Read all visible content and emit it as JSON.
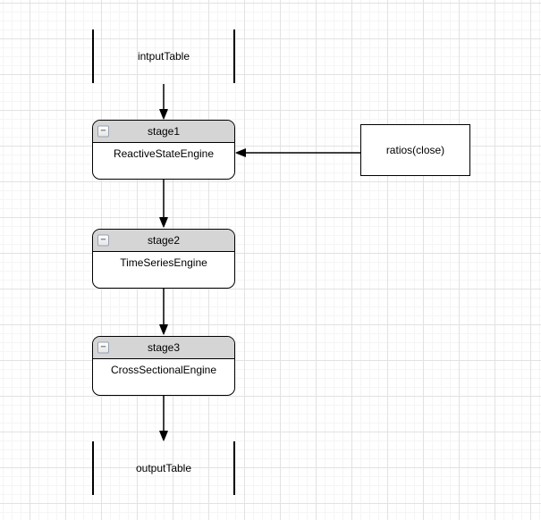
{
  "nodes": {
    "input_table": {
      "label": "intputTable"
    },
    "stage1": {
      "title": "stage1",
      "body": "ReactiveStateEngine"
    },
    "stage2": {
      "title": "stage2",
      "body": "TimeSeriesEngine"
    },
    "stage3": {
      "title": "stage3",
      "body": "CrossSectionalEngine"
    },
    "ratios": {
      "label": "ratios(close)"
    },
    "output_table": {
      "label": "outputTable"
    }
  },
  "edges": [
    {
      "from": "input_table",
      "to": "stage1"
    },
    {
      "from": "ratios",
      "to": "stage1"
    },
    {
      "from": "stage1",
      "to": "stage2"
    },
    {
      "from": "stage2",
      "to": "stage3"
    },
    {
      "from": "stage3",
      "to": "output_table"
    }
  ],
  "icons": {
    "collapse_icon": "−"
  },
  "colors": {
    "canvas_bg": "#ffffff",
    "grid_minor": "#f5f5f5",
    "grid_major": "#e2e2e2",
    "stroke": "#000000",
    "node_fill": "#ffffff",
    "stage_header_fill": "#d5d5d5",
    "collapse_border": "#98a1b3"
  }
}
